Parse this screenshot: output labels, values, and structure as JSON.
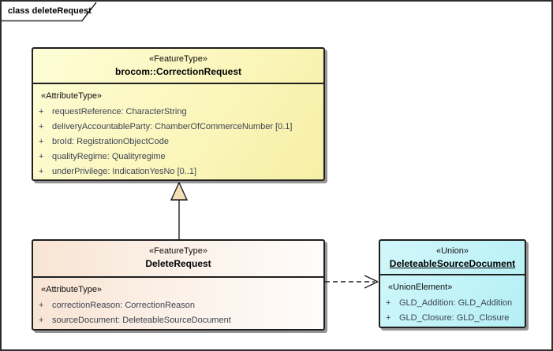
{
  "frame": {
    "label": "class deleteRequest"
  },
  "colors": {
    "feature_type_fill": "#fbf6bc",
    "delete_request_fill": "#f8e4d3",
    "union_fill": "#c0f3f7",
    "generalization_arrowhead_fill": "#f3dfb6",
    "box_border": "#1f1f1f"
  },
  "correction_request": {
    "stereotype": "«FeatureType»",
    "name": "brocom::CorrectionRequest",
    "section": "«AttributeType»",
    "attributes": [
      {
        "vis": "+",
        "text": "requestReference: CharacterString"
      },
      {
        "vis": "+",
        "text": "deliveryAccountableParty: ChamberOfCommerceNumber [0.1]"
      },
      {
        "vis": "+",
        "text": "broId: RegistrationObjectCode"
      },
      {
        "vis": "+",
        "text": "qualityRegime: Qualityregime"
      },
      {
        "vis": "+",
        "text": "underPrivilege: IndicationYesNo [0..1]"
      }
    ]
  },
  "delete_request": {
    "stereotype": "«FeatureType»",
    "name": "DeleteRequest",
    "section": "«AttributeType»",
    "attributes": [
      {
        "vis": "+",
        "text": "correctionReason: CorrectionReason"
      },
      {
        "vis": "+",
        "text": "sourceDocument: DeleteableSourceDocument"
      }
    ]
  },
  "deleteable_source_document": {
    "stereotype": "«Union»",
    "name": "DeleteableSourceDocument",
    "section": "«UnionElement»",
    "attributes": [
      {
        "vis": "+",
        "text": "GLD_Addition: GLD_Addition"
      },
      {
        "vis": "+",
        "text": "GLD_Closure: GLD_Closure"
      }
    ]
  }
}
